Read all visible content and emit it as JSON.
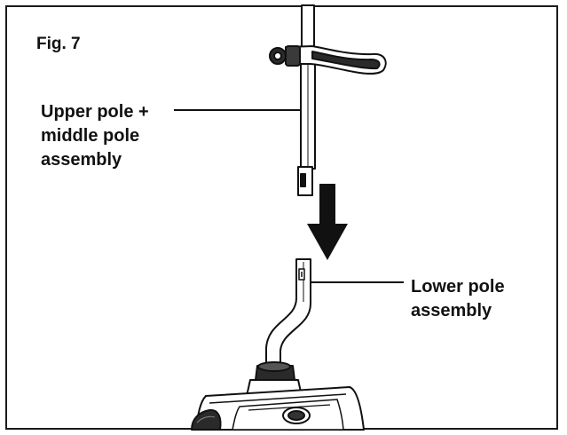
{
  "figure": {
    "title": "Fig. 7",
    "labels": {
      "upper": [
        "Upper pole +",
        "middle pole",
        "assembly"
      ],
      "lower": [
        "Lower pole",
        "assembly"
      ]
    }
  }
}
